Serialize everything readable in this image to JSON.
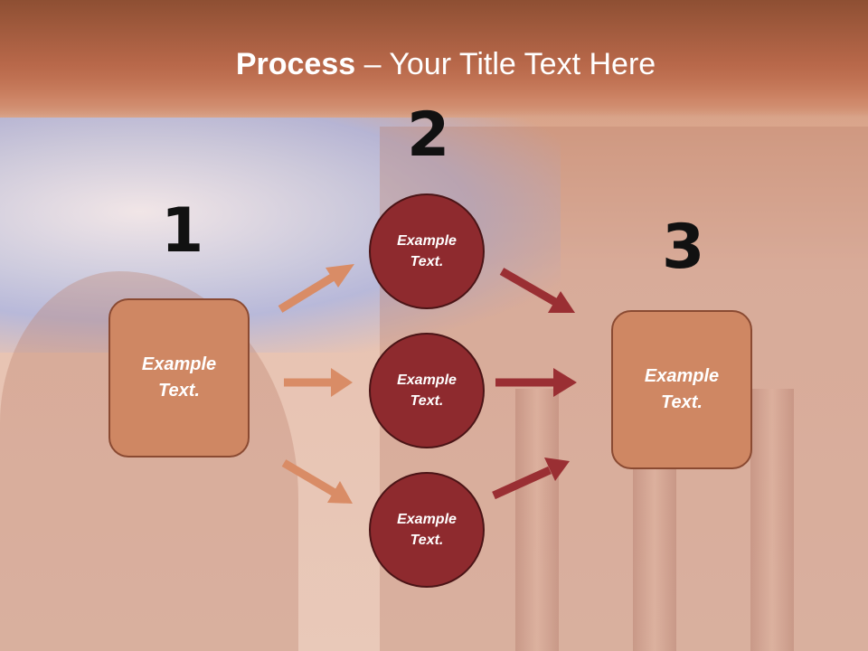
{
  "title": {
    "bold": "Process",
    "rest": " – Your Title Text Here"
  },
  "steps": {
    "one": "1",
    "two": "2",
    "three": "3"
  },
  "box_left": {
    "line1": "Example",
    "line2": "Text."
  },
  "box_right": {
    "line1": "Example",
    "line2": "Text."
  },
  "circles": [
    {
      "line1": "Example",
      "line2": "Text."
    },
    {
      "line1": "Example",
      "line2": "Text."
    },
    {
      "line1": "Example",
      "line2": "Text."
    }
  ],
  "colors": {
    "box_fill": "#cf8763",
    "circle_fill": "#8e2a2e",
    "left_arrow": "#d98c66",
    "right_arrow": "#9a2f33"
  }
}
